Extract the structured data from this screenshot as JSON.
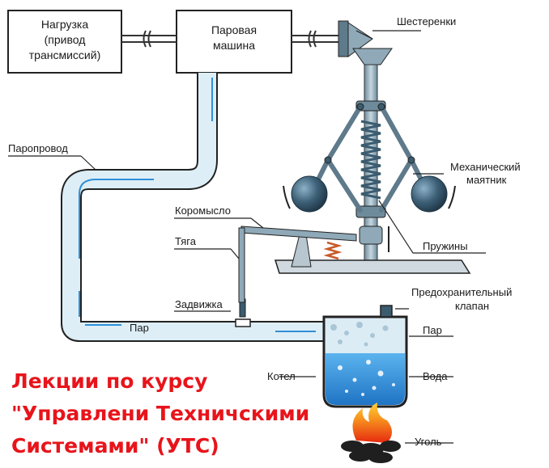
{
  "boxes": {
    "load": [
      "Нагрузка",
      "(привод",
      "трансмиссий)"
    ],
    "engine": [
      "Паровая",
      "машина"
    ]
  },
  "labels": {
    "gears": "Шестеренки",
    "pendulum": [
      "Механический",
      "маятник"
    ],
    "steam_pipe": "Паропровод",
    "rocker": "Коромысло",
    "rod": "Тяга",
    "valve": "Задвижка",
    "springs": "Пружины",
    "safety_valve": [
      "Предохранительный",
      "клапан"
    ],
    "steam_in_pipe": "Пар",
    "steam_in_boiler": "Пар",
    "boiler": "Котел",
    "water": "Вода",
    "coal": "Уголь"
  },
  "lecture_title": [
    "Лекции по курсу",
    "\"Управлени Техничскими",
    "Системами\" (УТС)"
  ],
  "colors": {
    "pipe_fill": "#ddeef6",
    "water": "#2f8fd8",
    "steam": "#dcecf5",
    "metal": "#8fa9b8",
    "ball": "#3b5b6f",
    "title_red": "#e8141b"
  }
}
